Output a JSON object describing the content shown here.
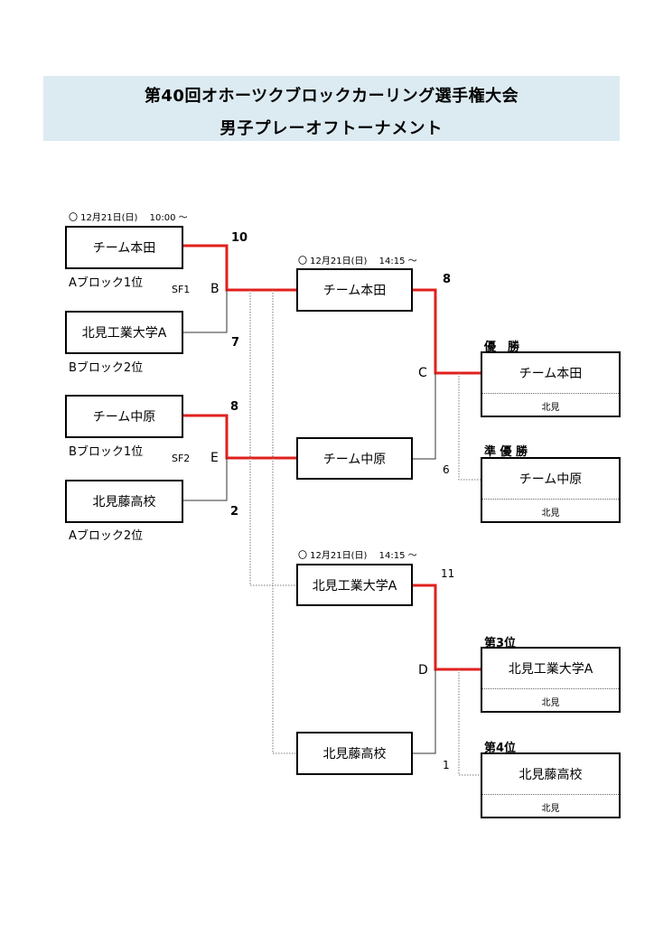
{
  "header": {
    "title": "第40回オホーツクブロックカーリング選手権大会",
    "subtitle": "男子プレーオフトーナメント"
  },
  "semifinals": {
    "schedule": "〇 12月21日(日)　 10:00 ～",
    "sf1": {
      "label": "SF1",
      "game": "B",
      "team1": {
        "name": "チーム本田",
        "seed": "Aブロック1位",
        "score": "10",
        "winner": true
      },
      "team2": {
        "name": "北見工業大学A",
        "seed": "Bブロック2位",
        "score": "7",
        "winner": false
      }
    },
    "sf2": {
      "label": "SF2",
      "game": "E",
      "team1": {
        "name": "チーム中原",
        "seed": "Bブロック1位",
        "score": "8",
        "winner": true
      },
      "team2": {
        "name": "北見藤高校",
        "seed": "Aブロック2位",
        "score": "2",
        "winner": false
      }
    }
  },
  "final": {
    "schedule": "〇 12月21日(日)　 14:15 ～",
    "game": "C",
    "team1": {
      "name": "チーム本田",
      "score": "8",
      "winner": true
    },
    "team2": {
      "name": "チーム中原",
      "score": "6",
      "winner": false
    }
  },
  "third_place": {
    "schedule": "〇 12月21日(日)　 14:15 ～",
    "game": "D",
    "team1": {
      "name": "北見工業大学A",
      "score": "11",
      "winner": true
    },
    "team2": {
      "name": "北見藤高校",
      "score": "1",
      "winner": false
    }
  },
  "results": [
    {
      "rank": "優　勝",
      "team": "チーム本田",
      "location": "北見"
    },
    {
      "rank": "準 優 勝",
      "team": "チーム中原",
      "location": "北見"
    },
    {
      "rank": "第3位",
      "team": "北見工業大学A",
      "location": "北見"
    },
    {
      "rank": "第4位",
      "team": "北見藤高校",
      "location": "北見"
    }
  ],
  "colors": {
    "banner": "#dcebf1",
    "winner_line": "#e0201e",
    "loser_line": "#333333"
  }
}
